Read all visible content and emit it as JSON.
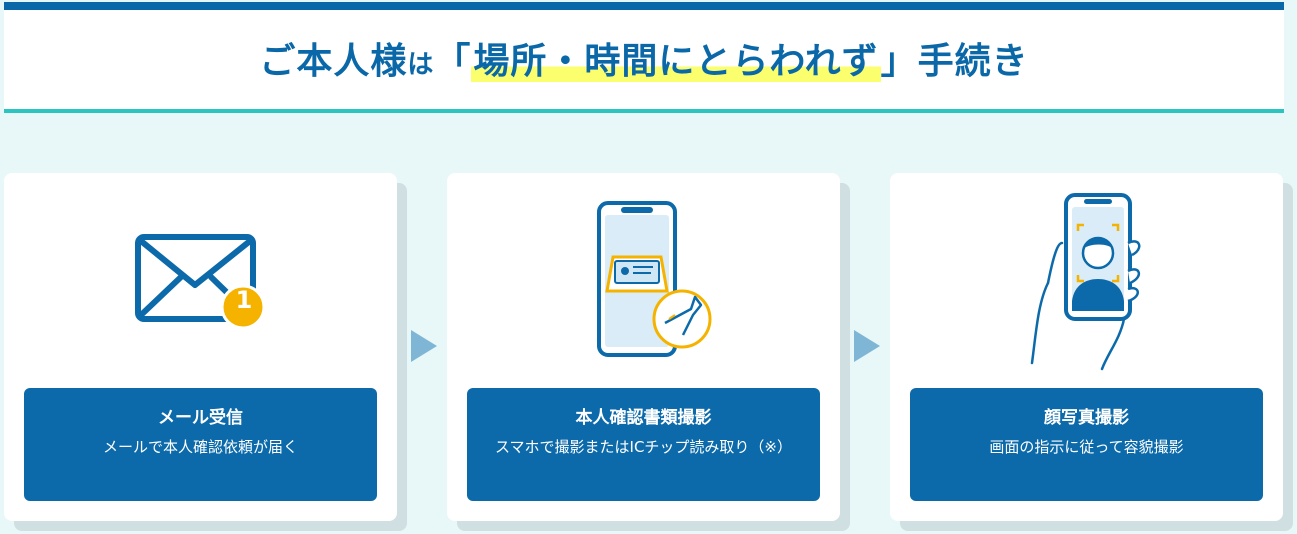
{
  "header": {
    "title_part1": "ご本人様",
    "title_particle": "は",
    "title_open": "「",
    "title_highlight": "場所・時間にとらわれず",
    "title_close": "」",
    "title_part2": "手続き"
  },
  "steps": [
    {
      "title": "メール受信",
      "desc": "メールで本人確認依頼が届く",
      "badge": "1"
    },
    {
      "title": "本人確認書類撮影",
      "desc": "スマホで撮影またはICチップ読み取り（※）"
    },
    {
      "title": "顔写真撮影",
      "desc": "画面の指示に従って容貌撮影"
    }
  ],
  "colors": {
    "brand_blue": "#0c6aaa",
    "accent_teal": "#2cc4c0",
    "highlight": "#fbff6e",
    "badge_yellow": "#f5b300",
    "background": "#e8f7f7"
  },
  "icons": [
    "mail-icon",
    "phone-document-scan-icon",
    "phone-face-photo-icon",
    "step-arrow-icon"
  ]
}
